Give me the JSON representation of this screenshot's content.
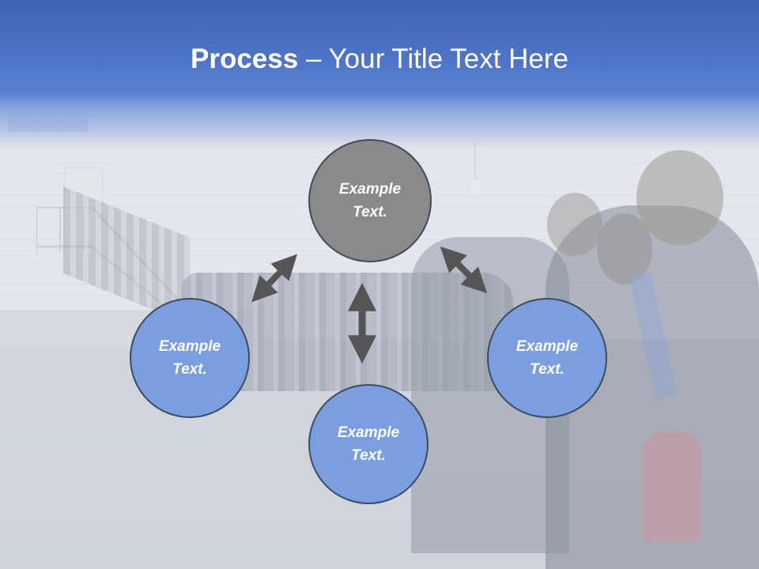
{
  "slide": {
    "title_bold": "Process",
    "title_rest": " – Your Title Text Here"
  },
  "process": {
    "top": {
      "line1": "Example",
      "line2": "Text."
    },
    "left": {
      "line1": "Example",
      "line2": "Text."
    },
    "right": {
      "line1": "Example",
      "line2": "Text."
    },
    "bottom": {
      "line1": "Example",
      "line2": "Text."
    }
  },
  "colors": {
    "header_blue": "#4e74c9",
    "circle_gray": "#8a8a8a",
    "circle_blue": "#7b9ee0",
    "arrow": "#555555"
  },
  "icons": {
    "arrows": [
      "double-arrow-icon",
      "double-arrow-icon",
      "double-arrow-icon"
    ]
  }
}
